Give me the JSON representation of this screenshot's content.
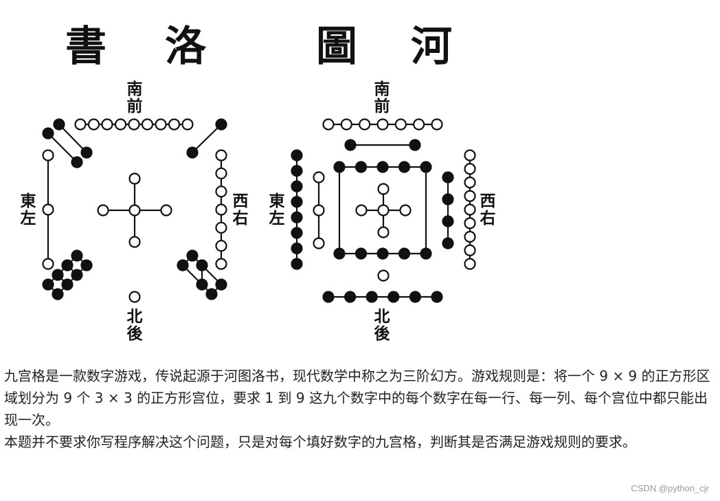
{
  "figure": {
    "luoshu_title": [
      "書",
      "洛"
    ],
    "hetu_title": [
      "圖",
      "河"
    ],
    "luoshu_labels": {
      "top": [
        "南",
        "前"
      ],
      "left": [
        "東",
        "左"
      ],
      "right": [
        "西",
        "右"
      ],
      "bottom": [
        "北",
        "後"
      ]
    },
    "hetu_labels": {
      "top": [
        "南",
        "前"
      ],
      "left": [
        "東",
        "左"
      ],
      "right": [
        "西",
        "右"
      ],
      "bottom": [
        "北",
        "後"
      ]
    }
  },
  "text": {
    "para1": "九宫格是一款数字游戏，传说起源于河图洛书，现代数学中称之为三阶幻方。游戏规则是：将一个 9 × 9 的正方形区域划分为 9 个 3 × 3 的正方形宫位，要求 1 到 9 这九个数字中的每个数字在每一行、每一列、每个宫位中都只能出现一次。",
    "para2": "本题并不要求你写程序解决这个问题，只是对每个填好数字的九宫格，判断其是否满足游戏规则的要求。"
  },
  "watermark": "CSDN @python_cjr",
  "colors": {
    "ink": "#111111",
    "text": "#222222",
    "watermark": "#999999"
  }
}
